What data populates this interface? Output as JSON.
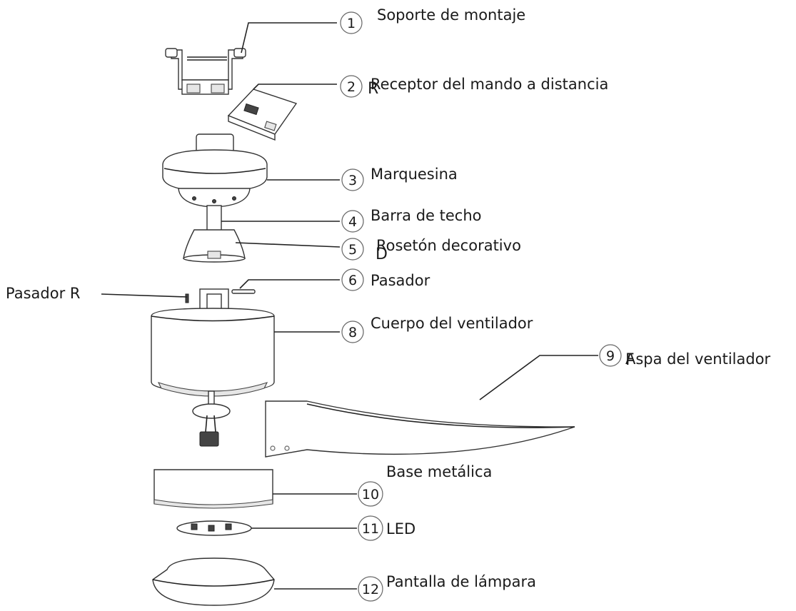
{
  "parts": [
    {
      "num": "1",
      "label": "Soporte de montaje"
    },
    {
      "num": "2",
      "label": "Receptor del mando a distancia"
    },
    {
      "num": "3",
      "label": "Marquesina"
    },
    {
      "num": "4",
      "label": "Barra de techo"
    },
    {
      "num": "5",
      "label": "Rosetón decorativo"
    },
    {
      "num": "6",
      "label": "Pasador"
    },
    {
      "num": "8",
      "label": "Cuerpo del ventilador"
    },
    {
      "num": "9",
      "label": "Aspa del ventilador"
    },
    {
      "num": "10",
      "label": "Base metálica"
    },
    {
      "num": "11",
      "label": "LED"
    },
    {
      "num": "12",
      "label": "Pantalla de lámpara"
    }
  ],
  "side_label": "Pasador R",
  "overlay_letters": [
    "R",
    "D",
    "F"
  ]
}
